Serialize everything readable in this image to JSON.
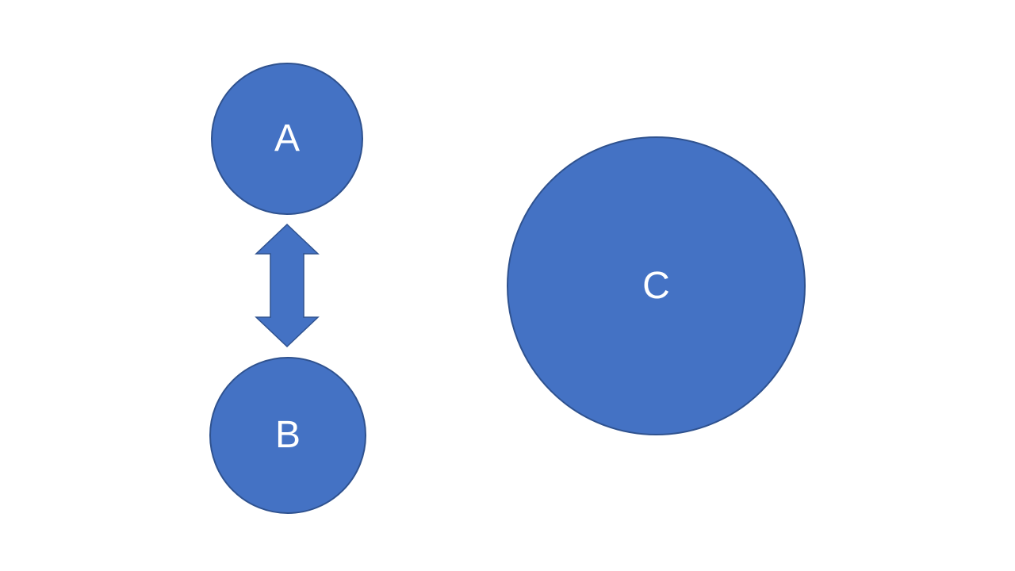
{
  "canvas": {
    "background": "#FFFFFF"
  },
  "colors": {
    "shape_fill": "#4472C4",
    "shape_border": "#2F528F",
    "label_text": "#FFFFFF"
  },
  "nodes": [
    {
      "id": "A",
      "label": "A",
      "shape": "circle",
      "size": "small"
    },
    {
      "id": "B",
      "label": "B",
      "shape": "circle",
      "size": "small"
    },
    {
      "id": "C",
      "label": "C",
      "shape": "circle",
      "size": "large"
    }
  ],
  "connector": {
    "type": "up-down-double-arrow",
    "direction": "vertical",
    "from": "A",
    "to": "B"
  }
}
